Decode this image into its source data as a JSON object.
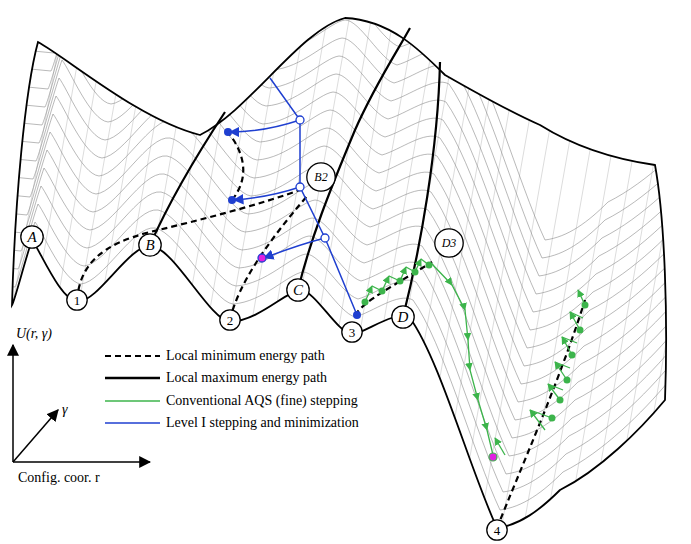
{
  "diagram": {
    "nodes": [
      {
        "text": [
          "A"
        ]
      },
      {
        "text": [
          "B"
        ]
      },
      {
        "text": [
          "B2"
        ]
      },
      {
        "text": [
          "C"
        ]
      },
      {
        "text": [
          "D"
        ]
      },
      {
        "text": [
          "D3"
        ]
      },
      {
        "text": [
          "1"
        ]
      },
      {
        "text": [
          "2"
        ]
      },
      {
        "text": [
          "3"
        ]
      },
      {
        "text": [
          "4"
        ]
      }
    ],
    "labels": [
      "U(r, γ)",
      "γ",
      "Config. coor. r"
    ],
    "legend": [
      {
        "text": "Local minimum energy path"
      },
      {
        "text": "Local maximum energy path"
      },
      {
        "text": "Conventional AQS (fine) stepping"
      },
      {
        "text": "Level I stepping and minimization"
      }
    ]
  }
}
